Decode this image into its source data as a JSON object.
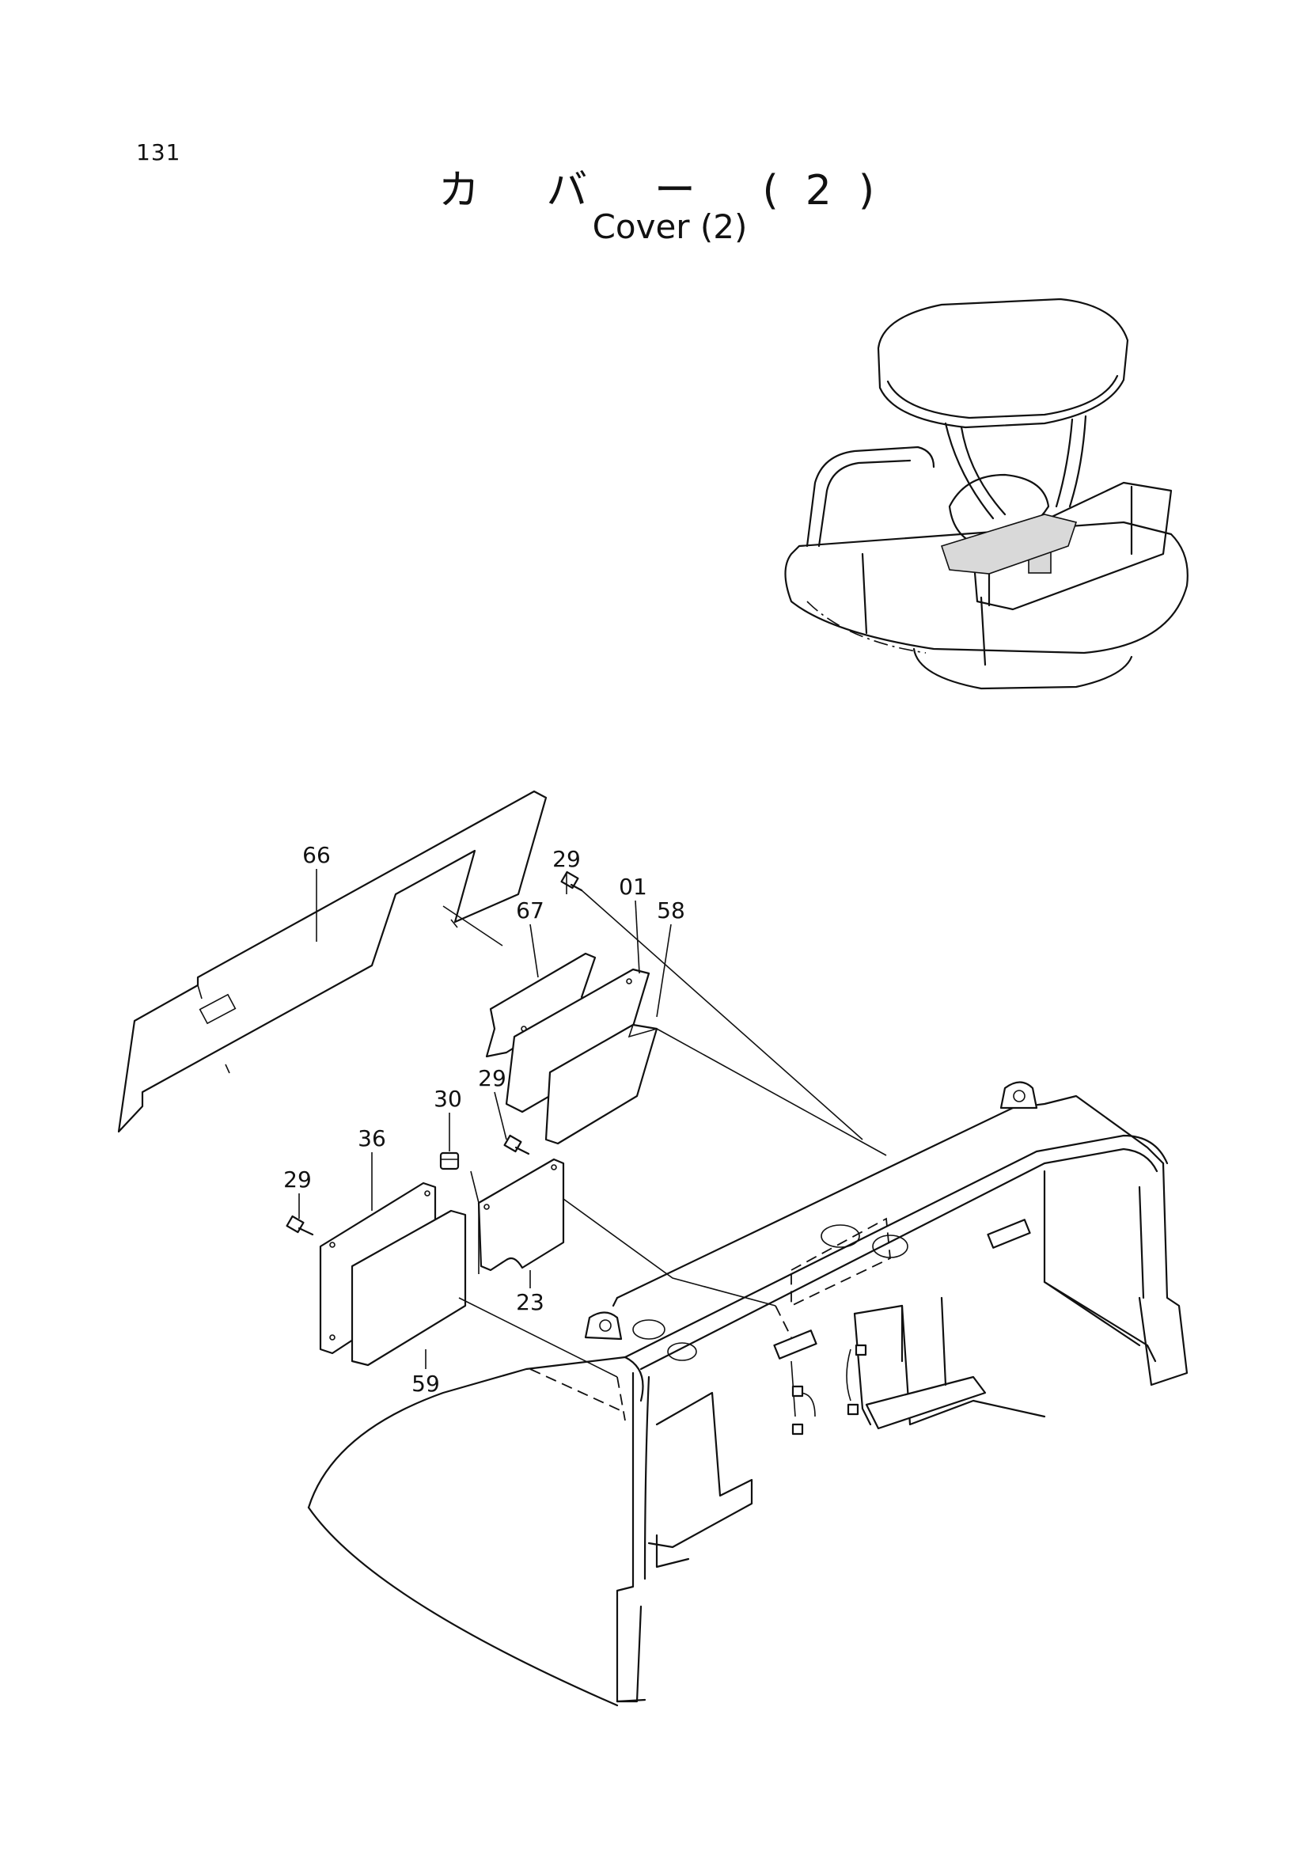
{
  "page_number": "131",
  "title_jp": "カ バ ー (2)",
  "title_en": "Cover (2)",
  "callouts": {
    "p66": "66",
    "p29a": "29",
    "p67": "67",
    "p01": "01",
    "p58": "58",
    "p29b": "29",
    "p30": "30",
    "p36": "36",
    "p29c": "29",
    "p23": "23",
    "p59": "59"
  }
}
